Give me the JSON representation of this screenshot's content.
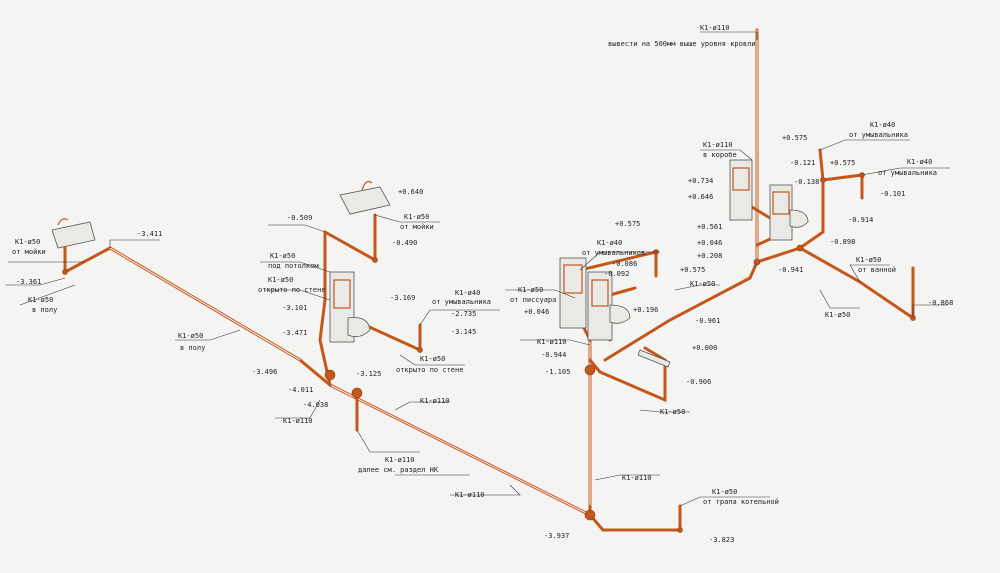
{
  "labels": {
    "riser_top": "K1-ø110",
    "riser_note": "вывести на 500мм выше уровня кровли",
    "box_pipe": "K1-ø110",
    "box_note": "в коробе",
    "basin1": "K1-ø40",
    "basin1_note": "от умывальника",
    "basin2": "K1-ø40",
    "basin2_note": "от умывальника",
    "bath": "K1-ø50",
    "bath_note": "от ванной",
    "sink_left": "K1-ø50",
    "sink_left_note": "от мойки",
    "floor_left": "K1-ø50",
    "floor_left_note": "в полу",
    "floor_mid": "K1-ø50",
    "floor_mid_note": "в полу",
    "sink_mid": "K1-ø50",
    "sink_mid_note": "от мойки",
    "ceiling": "K1-ø50",
    "ceiling_note": "под потолком",
    "wall1": "K1-ø50",
    "wall1_note": "открыто по стене",
    "basin3": "K1-ø40",
    "basin3_note": "от умывальника",
    "wall2": "K1-ø50",
    "wall2_note": "открыто по стене",
    "basins4": "K1-ø40",
    "basins4_note": "от умывальников",
    "urinal": "K1-ø50",
    "urinal_note": "от писсуара",
    "k50_mid": "K1-ø50",
    "k50_right": "K1-ø50",
    "k50_center": "K1-ø50",
    "k110_a": "K1-ø110",
    "k110_b": "K1-ø110",
    "k110_c": "K1-ø110",
    "k110_d": "K1-ø110",
    "k110_e": "K1-ø110",
    "hk": "K1-ø110",
    "hk_note": "далее см. раздел НК",
    "trap": "K1-ø50",
    "trap_note": "от трапа котельной"
  },
  "elev": {
    "e_575a": "+0.575",
    "e_121": "-0.121",
    "e_575b": "+0.575",
    "e_138": "-0.138",
    "e_101": "-0.101",
    "e_914": "-0.914",
    "e_898": "-0.898",
    "e_941": "-0.941",
    "e_868": "-0.868",
    "e_734": "+0.734",
    "e_646": "+0.646",
    "e_561": "+0.561",
    "e_046a": "+0.046",
    "e_208": "+0.208",
    "e_640": "+0.640",
    "e_509": "-0.509",
    "e_490": "-0.490",
    "e_3411": "-3.411",
    "e_3361": "-3.361",
    "e_3101": "-3.101",
    "e_3471": "-3.471",
    "e_3169": "-3.169",
    "e_2735": "-2.735",
    "e_3145": "-3.145",
    "e_3496": "-3.496",
    "e_3125": "-3.125",
    "e_4011": "-4.011",
    "e_4038": "-4.038",
    "e_575c": "+0.575",
    "e_086": "-0.086",
    "e_092": "-0.092",
    "e_575d": "+0.575",
    "e_046b": "+0.046",
    "e_196": "+0.196",
    "e_961": "-0.961",
    "e_944": "-0.944",
    "e_1105": "-1.105",
    "e_000": "+0.000",
    "e_906": "-0.906",
    "e_3937": "-3.937",
    "e_3823": "-3.823"
  }
}
